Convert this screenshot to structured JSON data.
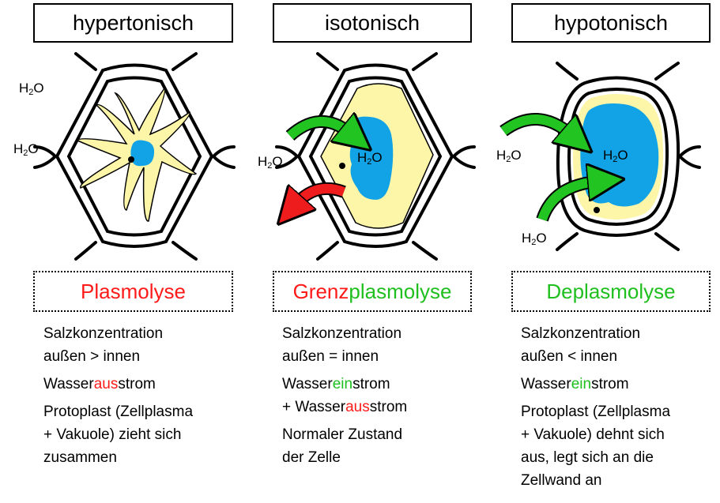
{
  "columns": [
    {
      "title": "hypertonisch",
      "result_parts": [
        {
          "text": "Plasmolyse",
          "color": "red"
        }
      ],
      "desc": {
        "line1a": "Salzkonzentration",
        "line1b": "außen > innen",
        "flow": [
          {
            "text": "Wasser"
          },
          {
            "text": "aus",
            "color": "red"
          },
          {
            "text": "strom"
          }
        ],
        "line3a": "Protoplast (Zellplasma",
        "line3b": "+ Vakuole) zieht sich",
        "line3c": "zusammen"
      }
    },
    {
      "title": "isotonisch",
      "result_parts": [
        {
          "text": "Grenz",
          "color": "red"
        },
        {
          "text": "plasmolyse",
          "color": "green"
        }
      ],
      "desc": {
        "line1a": "Salzkonzentration",
        "line1b": "außen = innen",
        "flow1": [
          {
            "text": "Wasser"
          },
          {
            "text": "ein",
            "color": "green"
          },
          {
            "text": "strom"
          }
        ],
        "flow2": [
          {
            "text": "+ Wasser"
          },
          {
            "text": "aus",
            "color": "red"
          },
          {
            "text": "strom"
          }
        ],
        "line3a": "Normaler Zustand",
        "line3b": "der Zelle"
      }
    },
    {
      "title": "hypotonisch",
      "result_parts": [
        {
          "text": "Deplasmolyse",
          "color": "green"
        }
      ],
      "desc": {
        "line1a": "Salzkonzentration",
        "line1b": "außen < innen",
        "flow": [
          {
            "text": "Wasser"
          },
          {
            "text": "ein",
            "color": "green"
          },
          {
            "text": "strom"
          }
        ],
        "line3a": "Protoplast (Zellplasma",
        "line3b": "+ Vakuole) dehnt sich",
        "line3c": "aus, legt sich an die",
        "line3d": "Zellwand an"
      }
    }
  ],
  "water_label": {
    "base": "H",
    "sub": "2",
    "tail": "O"
  },
  "colors": {
    "cytoplasm": "#fdf6a8",
    "vacuole": "#12a3e6",
    "arrow_in": "#22c422",
    "arrow_out": "#ee1c1c",
    "text_red": "#ff1a1a",
    "text_green": "#1fbf1f"
  }
}
